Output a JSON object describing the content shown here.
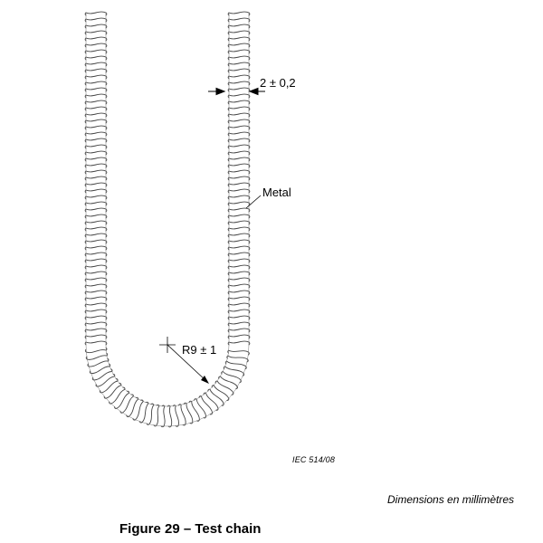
{
  "figure": {
    "caption": "Figure 29 – Test chain",
    "units_note": "Dimensions   en millimètres",
    "reference": "IEC   514/08",
    "labels": {
      "thickness": "2 ± 0,2",
      "material": "Metal",
      "radius": "R9 ± 1"
    }
  }
}
